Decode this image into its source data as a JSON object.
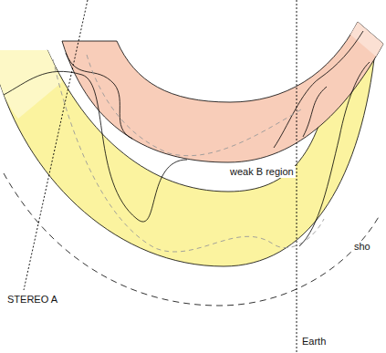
{
  "diagram": {
    "labels": [
      "weak B region",
      "sho",
      "STEREO A",
      "Earth"
    ]
  }
}
